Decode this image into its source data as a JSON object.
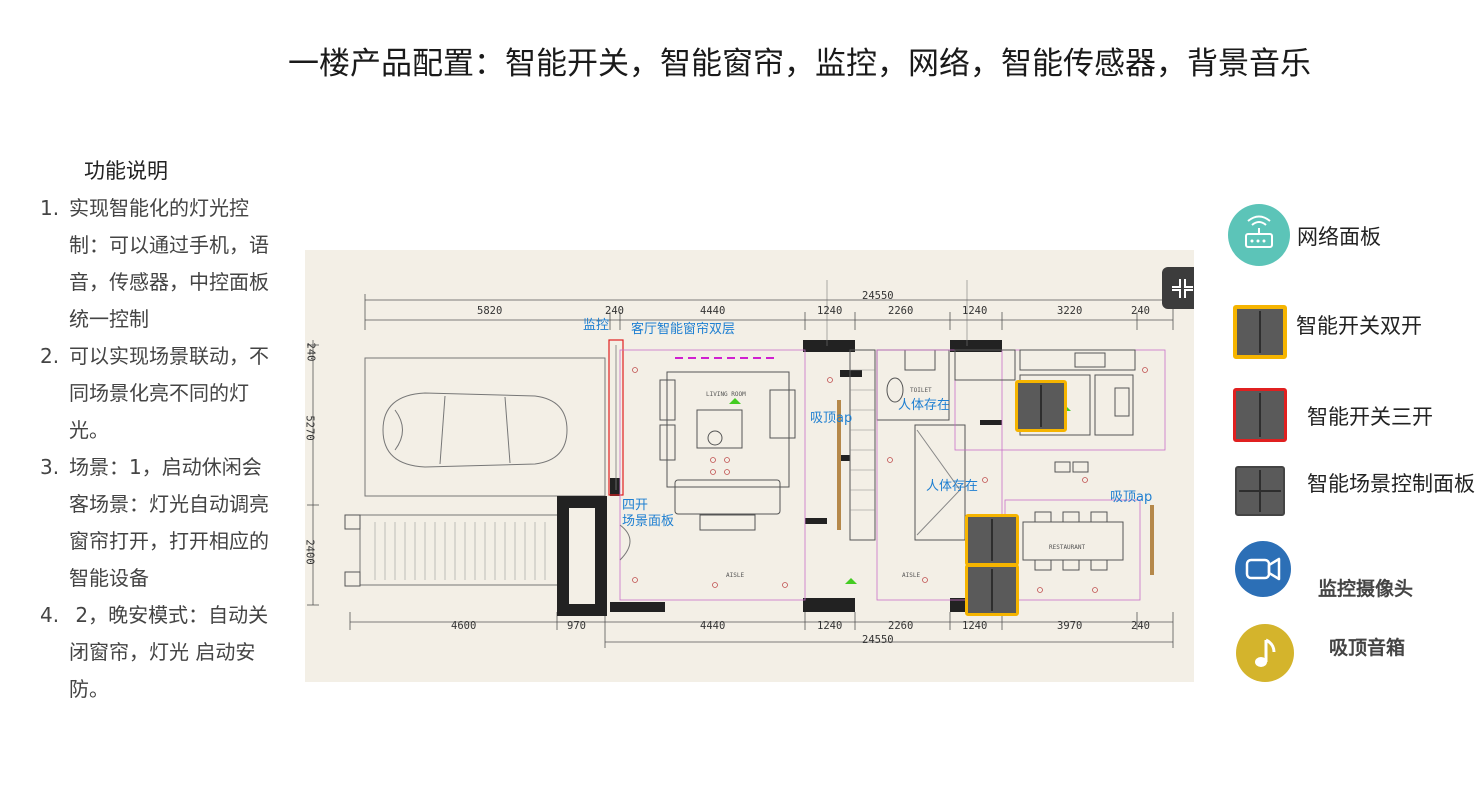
{
  "title": "一楼产品配置：智能开关，智能窗帘，监控，网络，智能传感器，背景音乐",
  "functions": {
    "heading": "功能说明",
    "items": [
      {
        "num": "1.",
        "text": "实现智能化的灯光控制：可以通过手机，语音，传感器，中控面板统一控制"
      },
      {
        "num": "2.",
        "text": "可以实现场景联动，不同场景化亮不同的灯光。"
      },
      {
        "num": "3.",
        "text": "场景：1，启动休闲会客场景：灯光自动调亮窗帘打开，打开相应的智能设备"
      },
      {
        "num": "4.",
        "text": " 2，晚安模式：自动关闭窗帘，灯光 启动安防。"
      }
    ]
  },
  "floorplan": {
    "annotations": {
      "monitor": "监控",
      "curtain": "客厅智能窗帘双层",
      "ap1": "吸顶ap",
      "presence1": "人体存在",
      "presence2": "人体存在",
      "ap2": "吸顶ap",
      "scene_panel_line1": "四开",
      "scene_panel_line2": "场景面板"
    },
    "dimensions_top": {
      "total": "24550",
      "segments": [
        "5820",
        "240",
        "4440",
        "1240",
        "2260",
        "1240",
        "3220",
        "240"
      ]
    },
    "dimensions_bottom": {
      "total": "24550",
      "segments": [
        "4600",
        "970",
        "4440",
        "1240",
        "2260",
        "1240",
        "3970",
        "240"
      ]
    },
    "dimensions_left": [
      "240",
      "5270",
      "2400"
    ],
    "room_labels": {
      "living_room": "LIVING ROOM",
      "toilet": "TOILET",
      "aisle1": "AISLE",
      "aisle2": "AISLE",
      "restaurant": "RESTAURANT"
    }
  },
  "legend": {
    "items": [
      {
        "icon": "router-icon",
        "label": "网络面板",
        "color": "#5cc4b8"
      },
      {
        "icon": "double-switch-icon",
        "label": "智能开关双开",
        "color": "#f5b400"
      },
      {
        "icon": "triple-switch-icon",
        "label": "智能开关三开",
        "color": "#e02020"
      },
      {
        "icon": "scene-panel-icon",
        "label": "智能场景控制面板",
        "color": "#5a5a5a"
      },
      {
        "icon": "camera-icon",
        "label": "监控摄像头",
        "color": "#2c6fb6"
      },
      {
        "icon": "music-note-icon",
        "label": "吸顶音箱",
        "color": "#d4b42c"
      }
    ]
  }
}
